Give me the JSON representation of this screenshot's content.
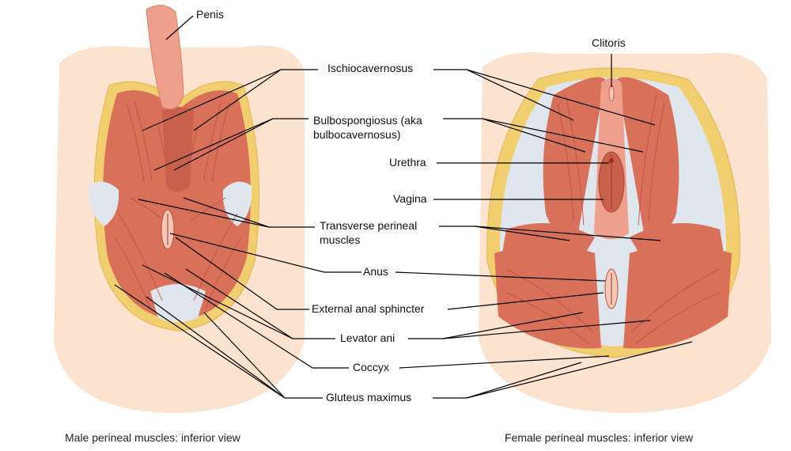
{
  "labels": {
    "penis": "Penis",
    "clitoris": "Clitoris",
    "ischiocavernosus": "Ischiocavernosus",
    "bulbospongiosus_1": "Bulbospongiosus (aka",
    "bulbospongiosus_2": "bulbocavernosus)",
    "urethra": "Urethra",
    "vagina": "Vagina",
    "transverse_1": "Transverse perineal",
    "transverse_2": "muscles",
    "anus": "Anus",
    "external_anal_sphincter": "External anal sphincter",
    "levator_ani": "Levator ani",
    "coccyx": "Coccyx",
    "gluteus_maximus": "Gluteus maximus"
  },
  "captions": {
    "male": "Male perineal muscles: inferior view",
    "female": "Female perineal muscles: inferior view"
  },
  "colors": {
    "skin": "#fbe3cf",
    "fat": "#f2cf6e",
    "muscle": "#d8705a",
    "muscle_dark": "#b9503e",
    "fascia": "#dfe6ee",
    "penis": "#eea08d"
  }
}
